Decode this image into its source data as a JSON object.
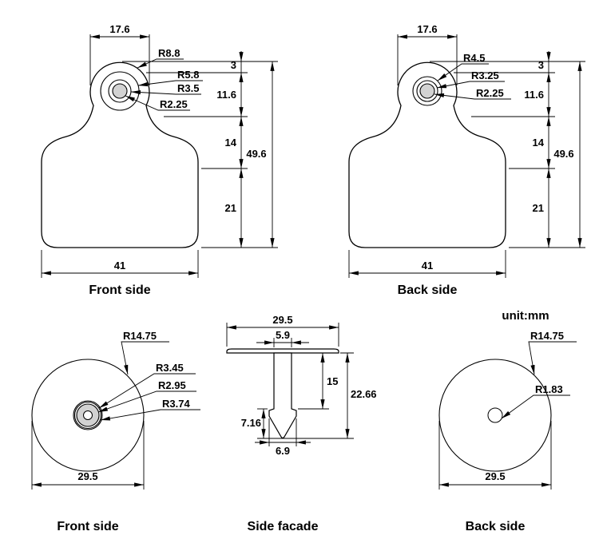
{
  "unit_label": "unit:mm",
  "front_tag": {
    "caption": "Front side",
    "top_width": "17.6",
    "bottom_width": "41",
    "seg_3": "3",
    "seg_116": "11.6",
    "seg_14": "14",
    "seg_21": "21",
    "total_height": "49.6",
    "r_outer": "R8.8",
    "r2": "R5.8",
    "r3": "R3.5",
    "r4": "R2.25"
  },
  "back_tag": {
    "caption": "Back side",
    "top_width": "17.6",
    "bottom_width": "41",
    "seg_3": "3",
    "seg_116": "11.6",
    "seg_14": "14",
    "seg_21": "21",
    "total_height": "49.6",
    "r1": "R4.5",
    "r2": "R3.25",
    "r3": "R2.25"
  },
  "front_button": {
    "caption": "Front side",
    "width": "29.5",
    "r_outer": "R14.75",
    "r2": "R3.45",
    "r3": "R2.95",
    "r4": "R3.74"
  },
  "side_facade": {
    "caption": "Side facade",
    "cap_width": "29.5",
    "stem_width": "5.9",
    "stem_length": "15",
    "tip_length": "7.16",
    "total_height": "22.66",
    "tip_width": "6.9"
  },
  "back_button": {
    "caption": "Back side",
    "width": "29.5",
    "r_outer": "R14.75",
    "r_hole": "R1.83"
  }
}
